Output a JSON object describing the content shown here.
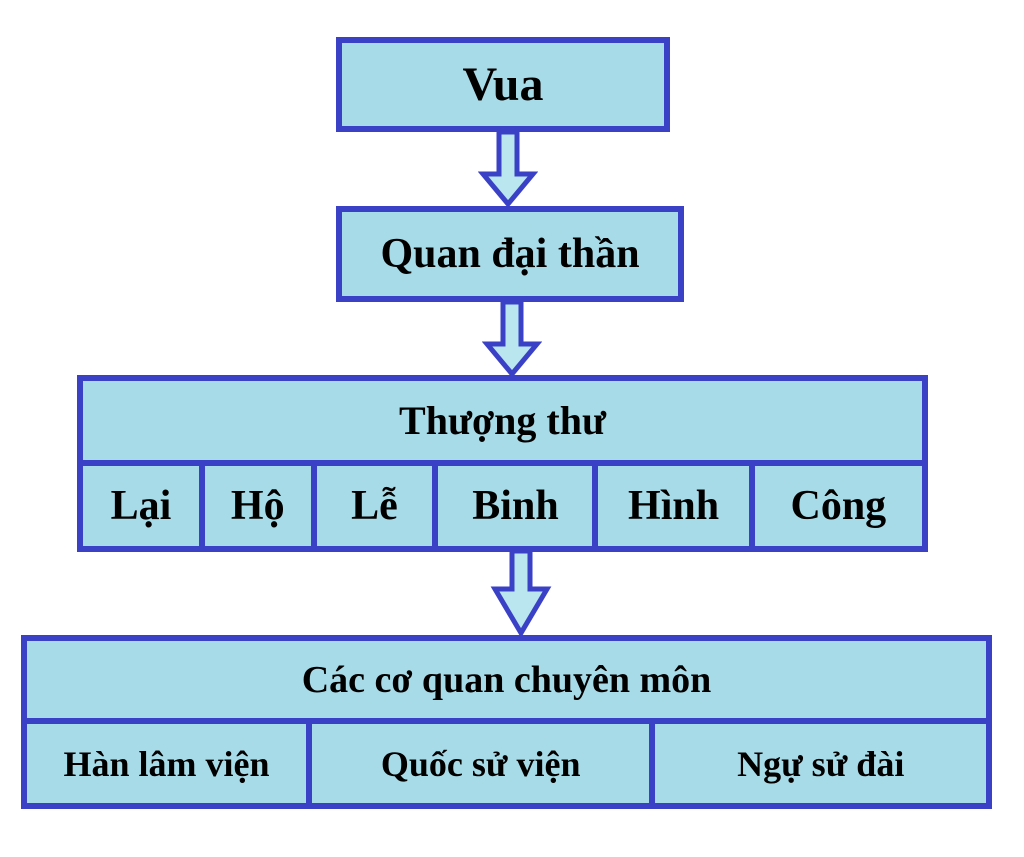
{
  "colors": {
    "box_fill": "#a7dbe8",
    "border": "#3a41c6",
    "arrow_fill": "#b9e6ef",
    "text": "#000000",
    "page_bg": "#ffffff"
  },
  "diagram": {
    "level1": {
      "label": "Vua"
    },
    "level2": {
      "label": "Quan đại thần"
    },
    "level3": {
      "header": "Thượng thư",
      "cells": [
        "Lại",
        "Hộ",
        "Lễ",
        "Binh",
        "Hình",
        "Công"
      ]
    },
    "level4": {
      "header": "Các cơ quan chuyên môn",
      "cells": [
        "Hàn lâm viện",
        "Quốc sử viện",
        "Ngự sử đài"
      ]
    },
    "arrows": [
      "down",
      "down",
      "down"
    ]
  }
}
